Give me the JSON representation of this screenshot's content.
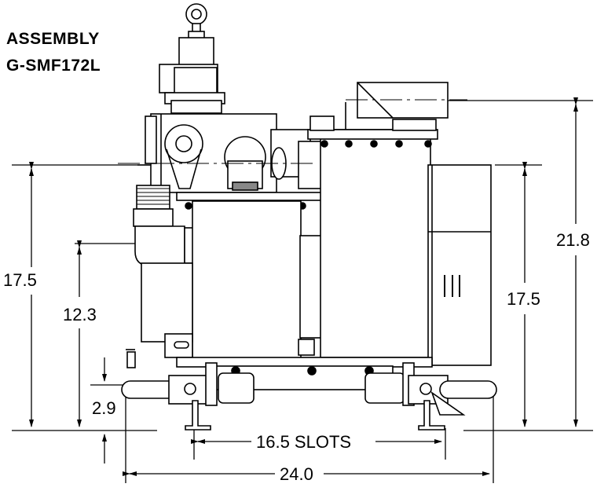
{
  "title": {
    "line1": "ASSEMBLY",
    "line2": "G-SMF172L"
  },
  "dimensions": {
    "overall_height": "21.8",
    "tank_height_left": "17.5",
    "tank_height_right": "17.5",
    "inlet_height": "12.3",
    "foot_height": "2.9",
    "slot_width": "16.5 SLOTS",
    "overall_width": "24.0"
  }
}
